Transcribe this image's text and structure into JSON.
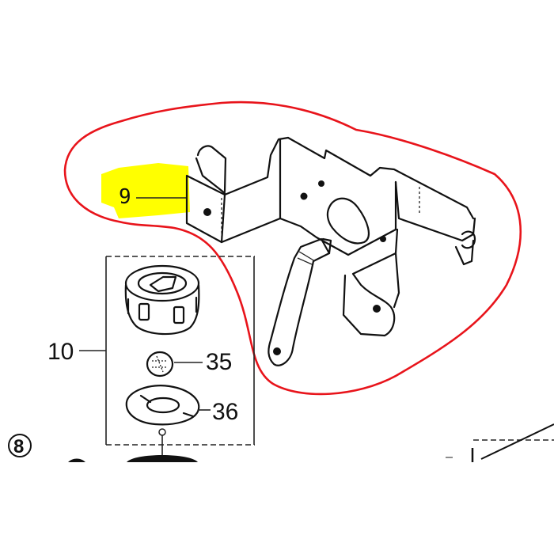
{
  "diagram": {
    "type": "exploded-parts-diagram",
    "callouts": [
      {
        "id": "9",
        "label": "9",
        "highlighted": true,
        "part": "control-bracket"
      },
      {
        "id": "10",
        "label": "10",
        "part": "fuel-cap-assembly"
      },
      {
        "id": "35",
        "label": "35",
        "part": "filter-element"
      },
      {
        "id": "36",
        "label": "36",
        "part": "cap-gasket"
      }
    ],
    "reference_marker": {
      "label": "8"
    },
    "annotations": {
      "highlight_color": "#ffff00",
      "circle_color": "#e8141b"
    }
  }
}
